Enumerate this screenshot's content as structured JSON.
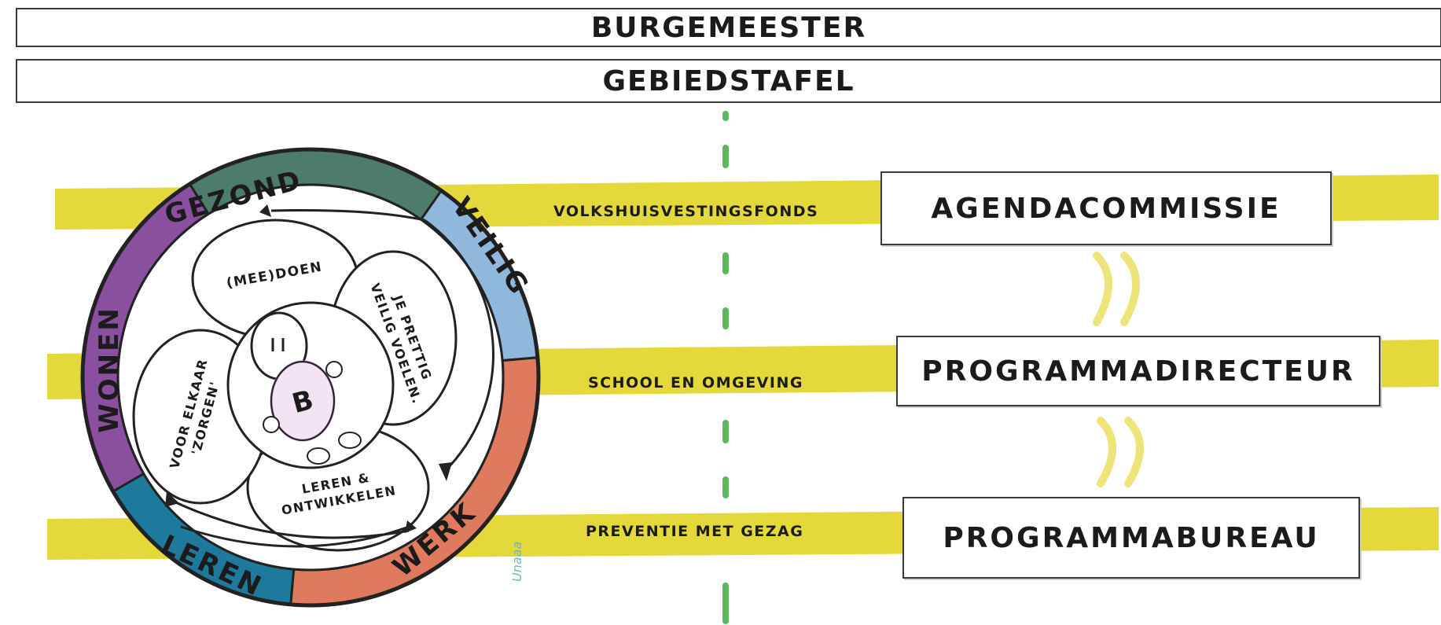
{
  "header": {
    "burgemeester": "BURGEMEESTER",
    "gebiedstafel": "GEBIEDSTAFEL"
  },
  "wheel": {
    "segments": [
      {
        "label": "GEZOND",
        "color": "#4e7c6a"
      },
      {
        "label": "VEILIG",
        "color": "#8fb8dc"
      },
      {
        "label": "WERK",
        "color": "#e07a5f"
      },
      {
        "label": "LEREN",
        "color": "#1e7a9c"
      },
      {
        "label": "WONEN",
        "color": "#8a4f9e"
      }
    ],
    "petals": [
      {
        "label": "(MEE)DOEN"
      },
      {
        "label": "JE PRETTIG VEILIG VOELEN."
      },
      {
        "label": "LEREN & ONTWIKKELEN"
      },
      {
        "label": "VOOR ELKAAR 'ZORGEN'"
      }
    ],
    "center_letter": "B"
  },
  "bands": {
    "fonds": "VOLKSHUISVESTINGSFONDS",
    "school": "SCHOOL EN OMGEVING",
    "preventie": "PREVENTIE MET GEZAG"
  },
  "roles": {
    "agendacommissie": "AGENDACOMMISSIE",
    "programmadirecteur": "PROGRAMMADIRECTEUR",
    "programmabureau": "PROGRAMMABUREAU"
  },
  "colors": {
    "band_yellow": "#e5d83a",
    "dash_green": "#5cb85c",
    "arrow_yellow": "#ede57a"
  },
  "signature": "Unaaa"
}
